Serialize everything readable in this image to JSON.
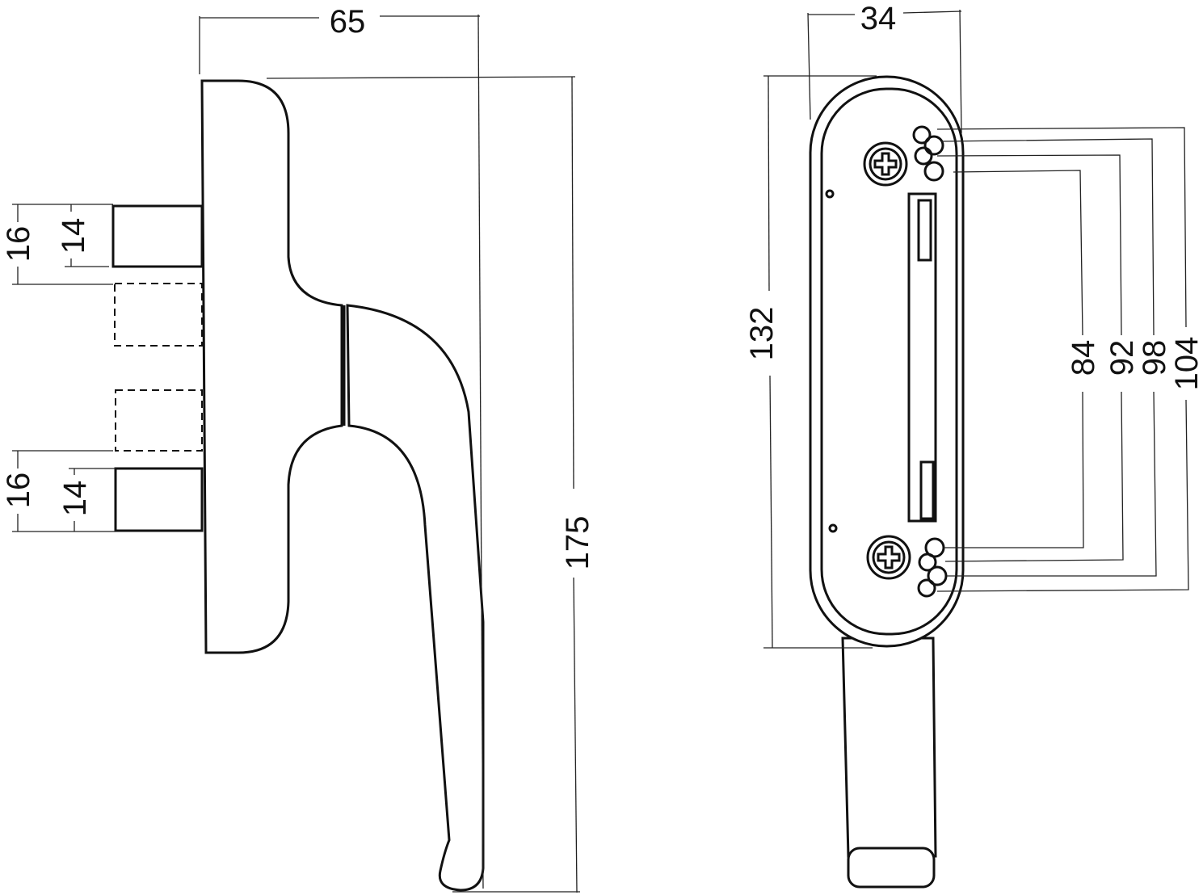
{
  "title": "Window handle technical drawing",
  "side_view": {
    "width_label": "65",
    "height_label": "175",
    "upper_outer_label": "16",
    "upper_inner_label": "14",
    "lower_outer_label": "16",
    "lower_inner_label": "14"
  },
  "front_view": {
    "width_label": "34",
    "height_label": "132",
    "hole_spacing_labels": [
      "84",
      "92",
      "98",
      "104"
    ]
  }
}
